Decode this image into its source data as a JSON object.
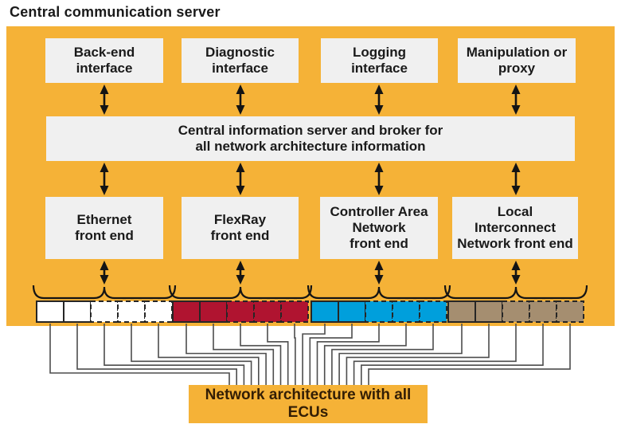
{
  "title": "Central communication server",
  "colors": {
    "background": "#ffffff",
    "panel_orange": "#f5b237",
    "box_gray": "#f0f0f0",
    "text_dark": "#1a1a1a",
    "arrow_black": "#141414",
    "cell_border": "#262626",
    "harness_line": "#4d4d4d",
    "bottom_box_text": "#331e05",
    "ecu_white": "#ffffff",
    "ecu_red": "#b01430",
    "ecu_blue": "#009fdc",
    "ecu_tan": "#a58e70"
  },
  "interfaces": [
    {
      "label": "Back-end\ninterface"
    },
    {
      "label": "Diagnostic\ninterface"
    },
    {
      "label": "Logging\ninterface"
    },
    {
      "label": "Manipulation or\nproxy"
    }
  ],
  "central_server": {
    "label": "Central information server and broker for\nall network architecture information"
  },
  "front_ends": [
    {
      "label": "Ethernet\nfront end"
    },
    {
      "label": "FlexRay\nfront end"
    },
    {
      "label": "Controller Area\nNetwork\nfront end"
    },
    {
      "label": "Local\nInterconnect\nNetwork front end"
    }
  ],
  "ecu_groups": [
    {
      "name": "ethernet-ecus",
      "color_key": "ecu_white",
      "solid_cells": 2,
      "dashed_cells": 3
    },
    {
      "name": "flexray-ecus",
      "color_key": "ecu_red",
      "solid_cells": 2,
      "dashed_cells": 3
    },
    {
      "name": "can-ecus",
      "color_key": "ecu_blue",
      "solid_cells": 2,
      "dashed_cells": 3
    },
    {
      "name": "lin-ecus",
      "color_key": "ecu_tan",
      "solid_cells": 2,
      "dashed_cells": 3
    }
  ],
  "bottom_box": {
    "label": "Network architecture with all ECUs"
  }
}
